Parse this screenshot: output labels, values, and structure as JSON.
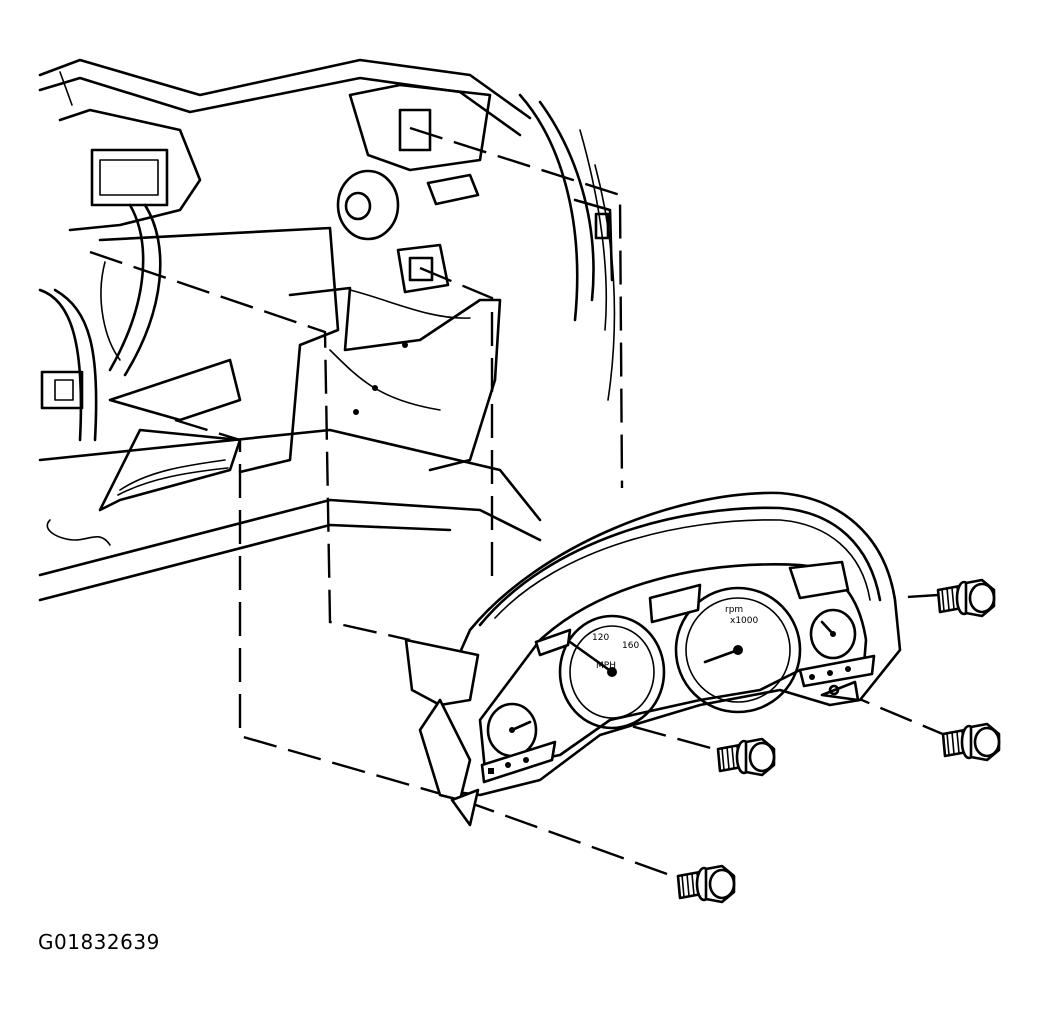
{
  "figure": {
    "id_label": "G01832639"
  },
  "components": [
    "instrument-panel-carrier",
    "instrument-cluster",
    "cluster-screw"
  ]
}
